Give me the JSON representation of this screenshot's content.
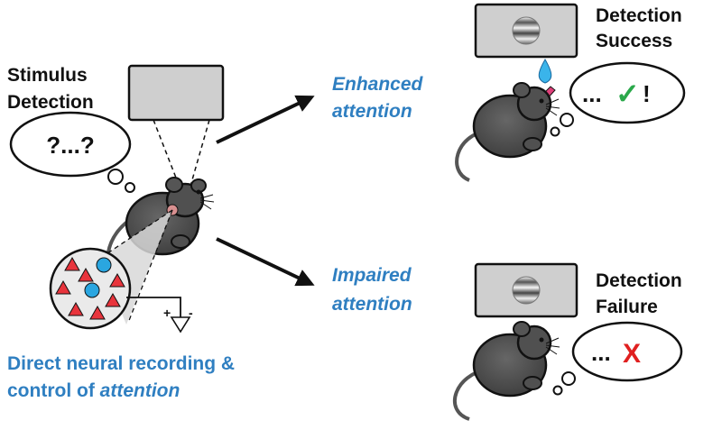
{
  "labels": {
    "stimulus_line1": "Stimulus",
    "stimulus_line2": "Detection",
    "bubble_question": "?...?",
    "enhanced_line1": "Enhanced",
    "enhanced_line2": "attention",
    "impaired_line1": "Impaired",
    "impaired_line2": "attention",
    "success_line1": "Detection",
    "success_line2": "Success",
    "success_bubble_dots": "...",
    "success_bubble_check": "✓",
    "success_bubble_excl": "!",
    "failure_line1": "Detection",
    "failure_line2": "Failure",
    "failure_bubble_dots": "...",
    "failure_bubble_x": "X",
    "recording_line1": "Direct neural recording &",
    "recording_line2_prefix": "control of ",
    "recording_line2_italic": "attention",
    "electrode_plus": "+",
    "electrode_minus": "-"
  },
  "colors": {
    "mouse_body": "#4a4a4a",
    "mouse_outline": "#111111",
    "monitor_fill": "#cfcfcf",
    "accent_blue": "#2f7fc1",
    "neuron_red": "#e8343c",
    "neuron_blue": "#2aa6e0",
    "check_green": "#2aa84a",
    "cross_red": "#e02020",
    "tongue_pink": "#e0407a",
    "drop_blue": "#3ab4ea"
  }
}
